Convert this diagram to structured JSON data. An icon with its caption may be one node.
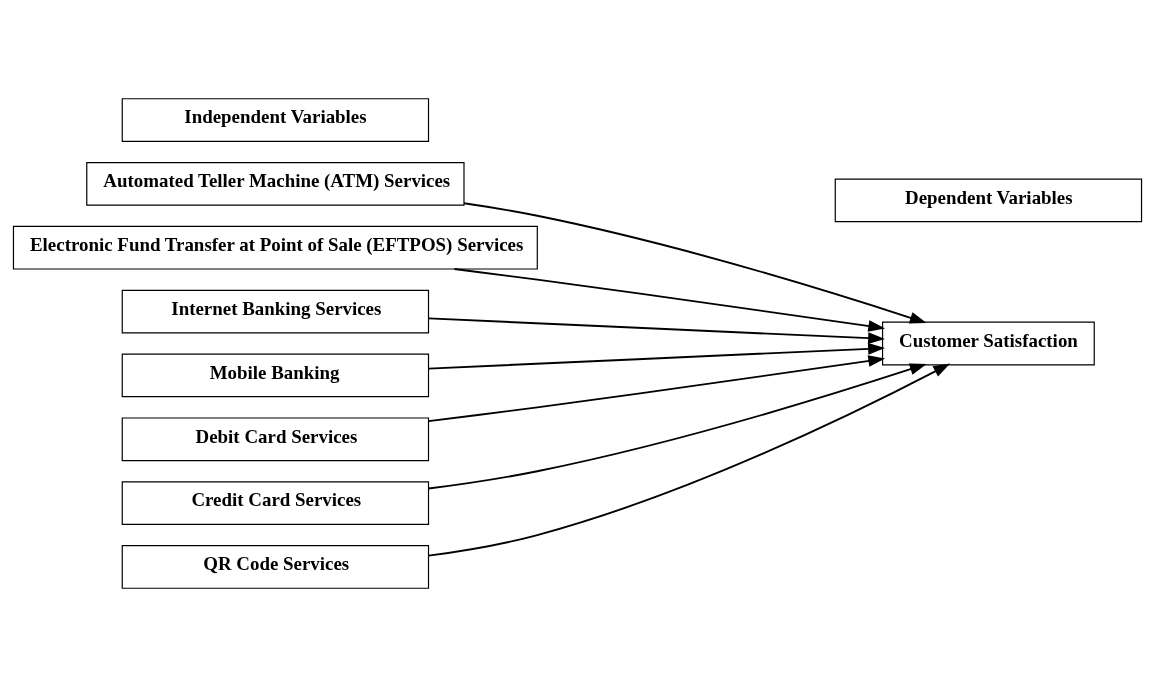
{
  "diagram": {
    "nodes": [
      {
        "text": [
          "Independent Variables"
        ]
      },
      {
        "text": [
          "Automated Teller Machine (ATM) Services"
        ]
      },
      {
        "text": [
          "Electronic Fund Transfer at Point of Sale (EFTPOS) Services"
        ]
      },
      {
        "text": [
          "Internet Banking Services"
        ]
      },
      {
        "text": [
          "Mobile Banking"
        ]
      },
      {
        "text": [
          "Debit Card Services"
        ]
      },
      {
        "text": [
          "Credit Card Services"
        ]
      },
      {
        "text": [
          "QR Code Services"
        ]
      },
      {
        "text": [
          "Dependent Variables"
        ]
      },
      {
        "text": [
          "Customer Satisfaction"
        ]
      }
    ],
    "edges": [
      {
        "from": 1,
        "to": 9,
        "arrow": "to"
      },
      {
        "from": 2,
        "to": 9,
        "arrow": "to"
      },
      {
        "from": 3,
        "to": 9,
        "arrow": "to"
      },
      {
        "from": 4,
        "to": 9,
        "arrow": "to"
      },
      {
        "from": 5,
        "to": 9,
        "arrow": "to"
      },
      {
        "from": 6,
        "to": 9,
        "arrow": "to"
      },
      {
        "from": 7,
        "to": 9,
        "arrow": "to"
      }
    ]
  }
}
